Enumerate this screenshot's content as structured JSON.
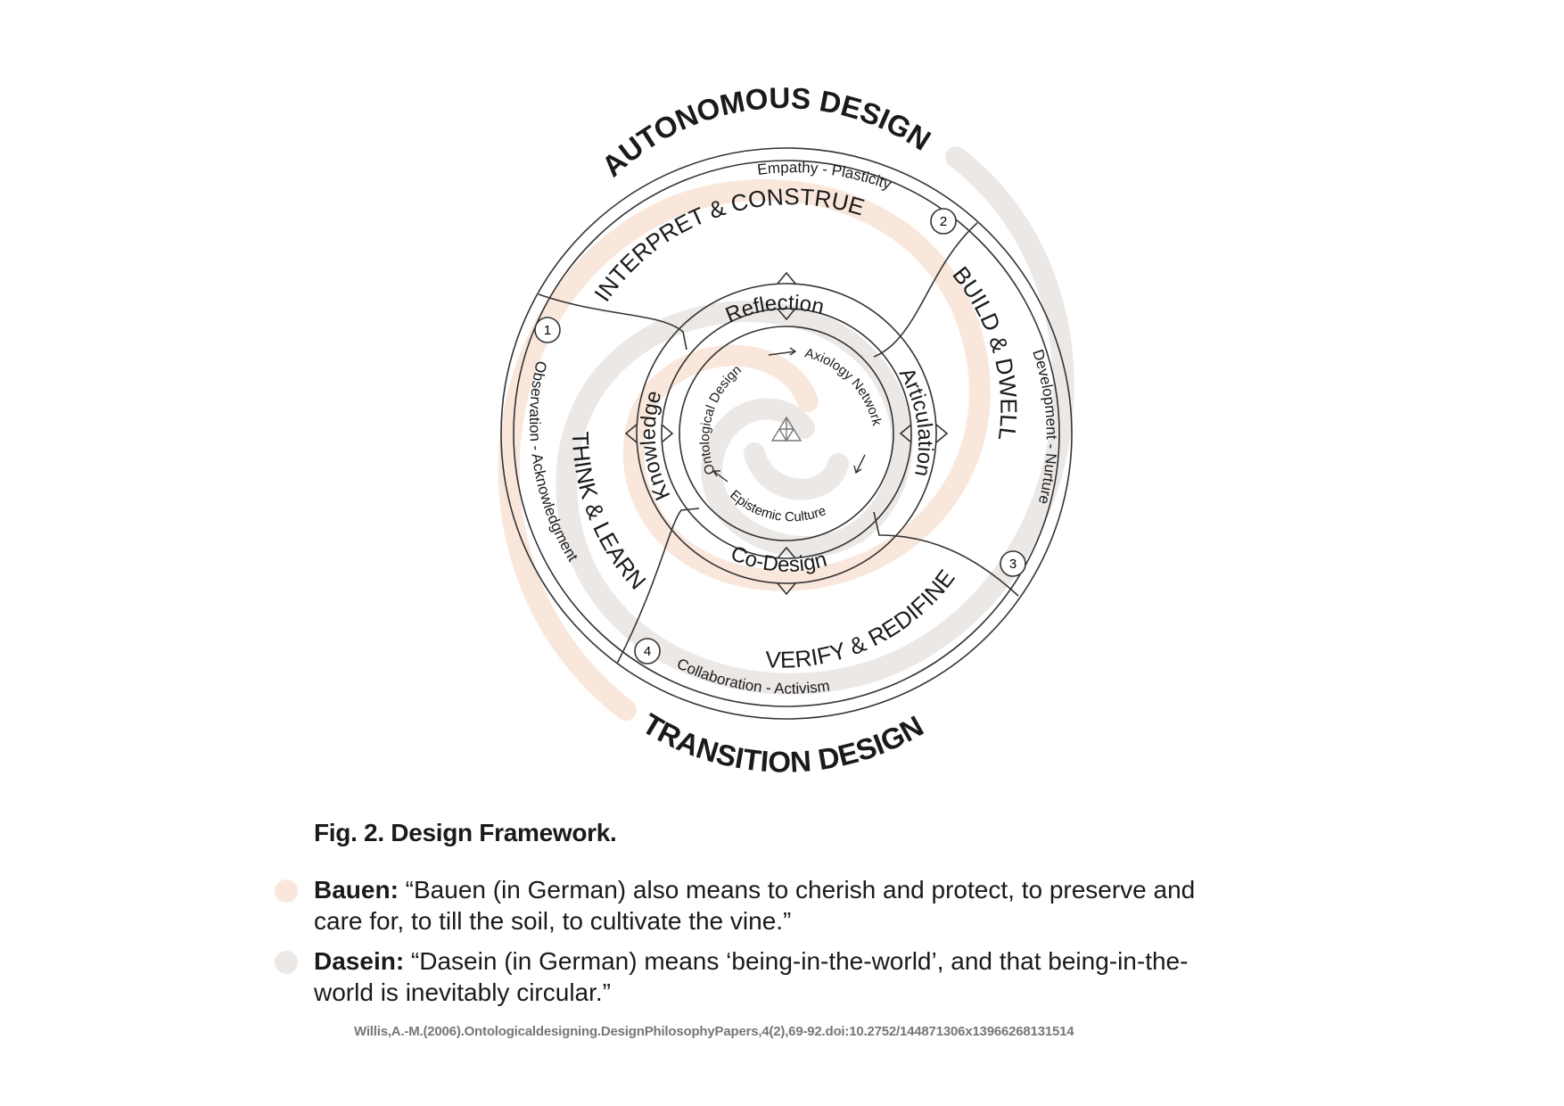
{
  "diagram": {
    "outer_top": "AUTONOMOUS DESIGN",
    "outer_bottom": "TRANSITION DESIGN",
    "ring_phases": [
      {
        "number": "1",
        "label": "THINK & LEARN",
        "sub": "Observation - Acknowledgment"
      },
      {
        "number": "2",
        "label": "INTERPRET & CONSTRUE",
        "sub": "Empathy - Plasticity"
      },
      {
        "number": "3",
        "label": "BUILD & DWELL",
        "sub": "Development - Nurture"
      },
      {
        "number": "4",
        "label": "VERIFY & REDIFINE",
        "sub": "Collaboration - Activism"
      }
    ],
    "middle_ring": {
      "top": "Reflection",
      "right": "Articulation",
      "bottom": "Co-Design",
      "left": "Knowledge"
    },
    "inner_ring": {
      "left": "Ontological Design",
      "right": "Axiology Network",
      "bottom": "Epistemic Culture"
    },
    "colors": {
      "bauen": "#f9e7dc",
      "dasein": "#ebe8e6",
      "line": "#333333"
    }
  },
  "caption": {
    "title": "Fig. 2. Design Framework.",
    "items": [
      {
        "term": "Bauen:",
        "text": " “Bauen (in German) also means to cherish and protect, to preserve and care for, to till the soil, to cultivate the vine.”",
        "color": "#f9e7dc"
      },
      {
        "term": "Dasein:",
        "text": " “Dasein (in German) means ‘being-in-the-world’, and that being-in-the-world is inevitably circular.”",
        "color": "#ebe8e6"
      }
    ],
    "reference": "Willis,A.-M.(2006).Ontologicaldesigning.DesignPhilosophyPapers,4(2),69-92.doi:10.2752/144871306x13966268131514"
  }
}
